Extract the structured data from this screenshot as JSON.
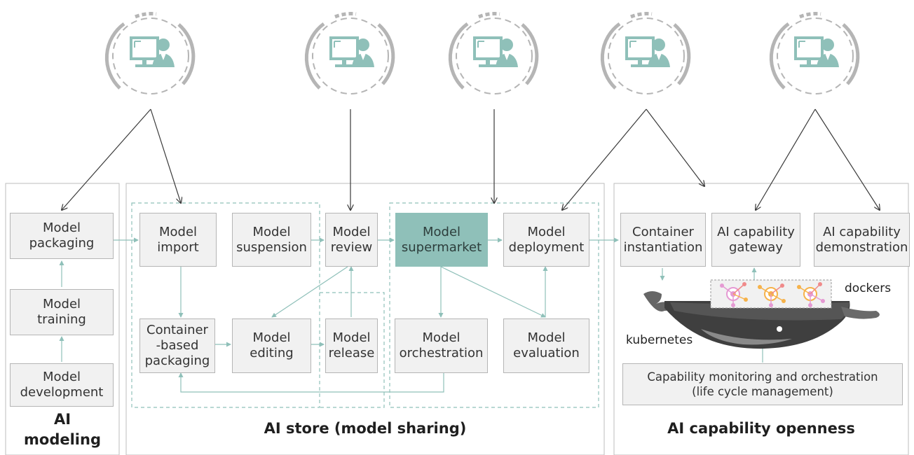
{
  "colors": {
    "teal": "#8fc0b9",
    "box_fill": "#f1f1f1",
    "box_border": "#b5b5b5",
    "dashed": "#8fc0b9",
    "arrow": "#3a3a3a"
  },
  "icons": [
    "user-at-computer-icon",
    "user-at-computer-icon",
    "user-at-computer-icon",
    "user-at-computer-icon",
    "user-at-computer-icon",
    "docker-whale-icon",
    "docker-containers-icon"
  ],
  "sections": {
    "ai_modeling": {
      "title": "AI\nmodeling"
    },
    "ai_store": {
      "title": "AI store (model sharing)"
    },
    "ai_capability": {
      "title": "AI capability openness"
    }
  },
  "boxes": {
    "model_packaging": "Model\npackaging",
    "model_training": "Model\ntraining",
    "model_development": "Model\ndevelopment",
    "model_import": "Model\nimport",
    "model_suspension": "Model\nsuspension",
    "model_review": "Model\nreview",
    "model_supermarket": "Model\nsupermarket",
    "model_deployment": "Model\ndeployment",
    "container_packaging": "Container\n-based\npackaging",
    "model_editing": "Model\nediting",
    "model_release": "Model\nrelease",
    "model_orchestration": "Model\norchestration",
    "model_evaluation": "Model\nevaluation",
    "container_instantiation": "Container\ninstantiation",
    "ai_capability_gateway": "AI capability\ngateway",
    "ai_capability_demonstration": "AI capability\ndemonstration",
    "capability_monitoring": "Capability monitoring and orchestration\n(life cycle management)"
  },
  "labels": {
    "dockers": "dockers",
    "kubernetes": "kubernetes"
  }
}
